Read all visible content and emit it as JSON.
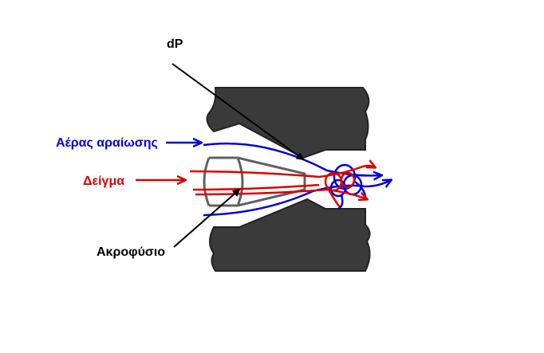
{
  "labels": {
    "dp": "dP",
    "dilution_air": "Αέρας αραίωσης",
    "sample": "Δείγμα",
    "nozzle": "Ακροφύσιο"
  },
  "colors": {
    "block": "#3a3a3a",
    "nozzle": "#606060",
    "air": "#0000dd",
    "sample": "#dd0000",
    "text_dark": "#000000"
  }
}
